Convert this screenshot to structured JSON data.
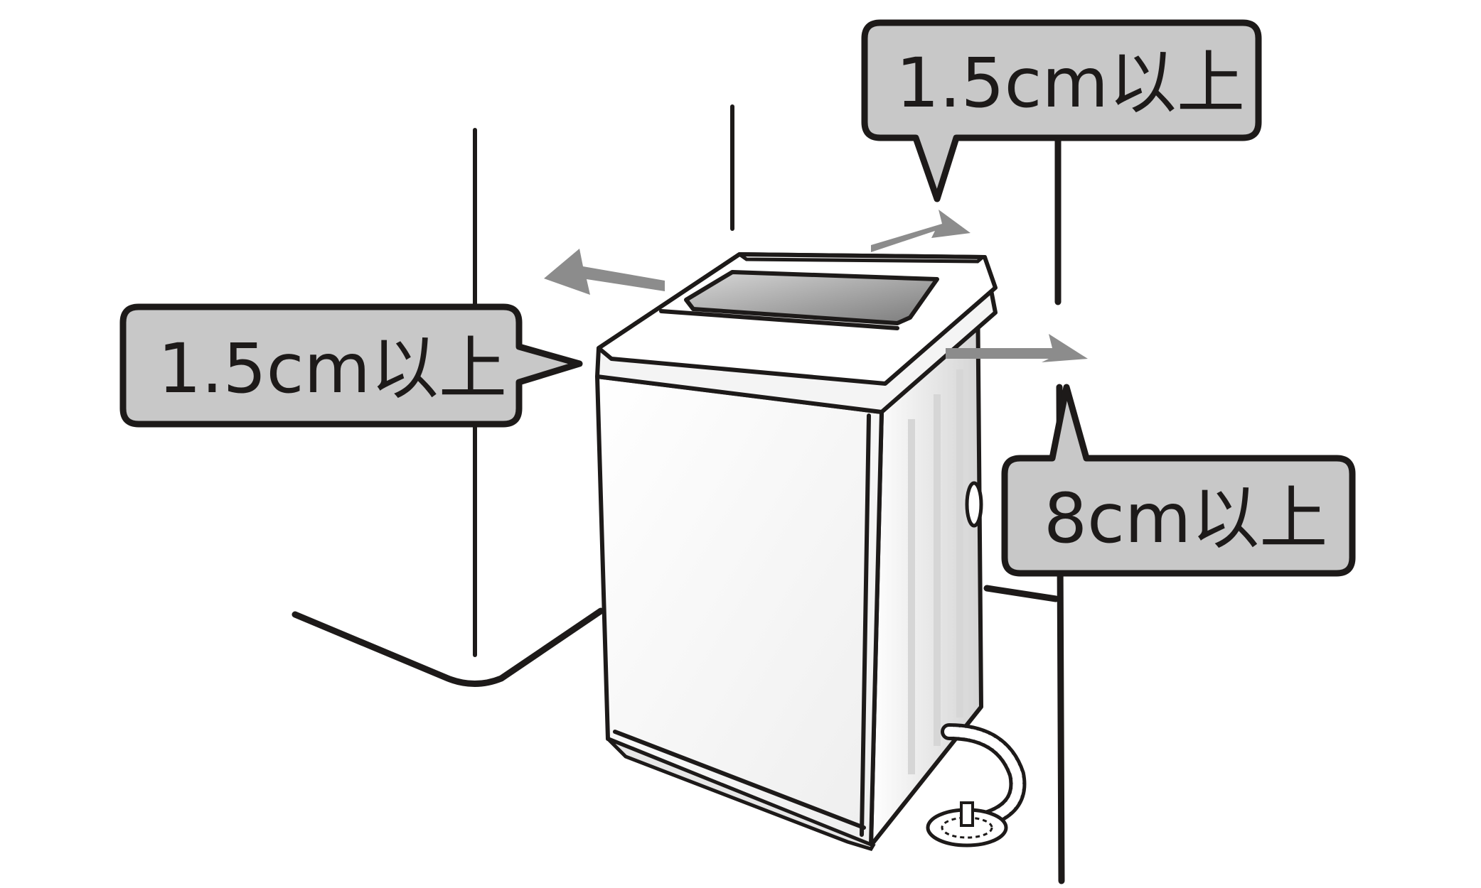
{
  "callouts": {
    "left": "1.5cm以上",
    "top_right": "1.5cm以上",
    "bottom_right": "8cm以上"
  },
  "colors": {
    "bubble_fill": "#c8c8c8",
    "outline": "#1d1a19",
    "arrow": "#8c8c8c",
    "background": "#ffffff"
  },
  "icons": {
    "appliance": "washing-machine",
    "drain": "floor-drain",
    "hose": "drain-hose"
  }
}
